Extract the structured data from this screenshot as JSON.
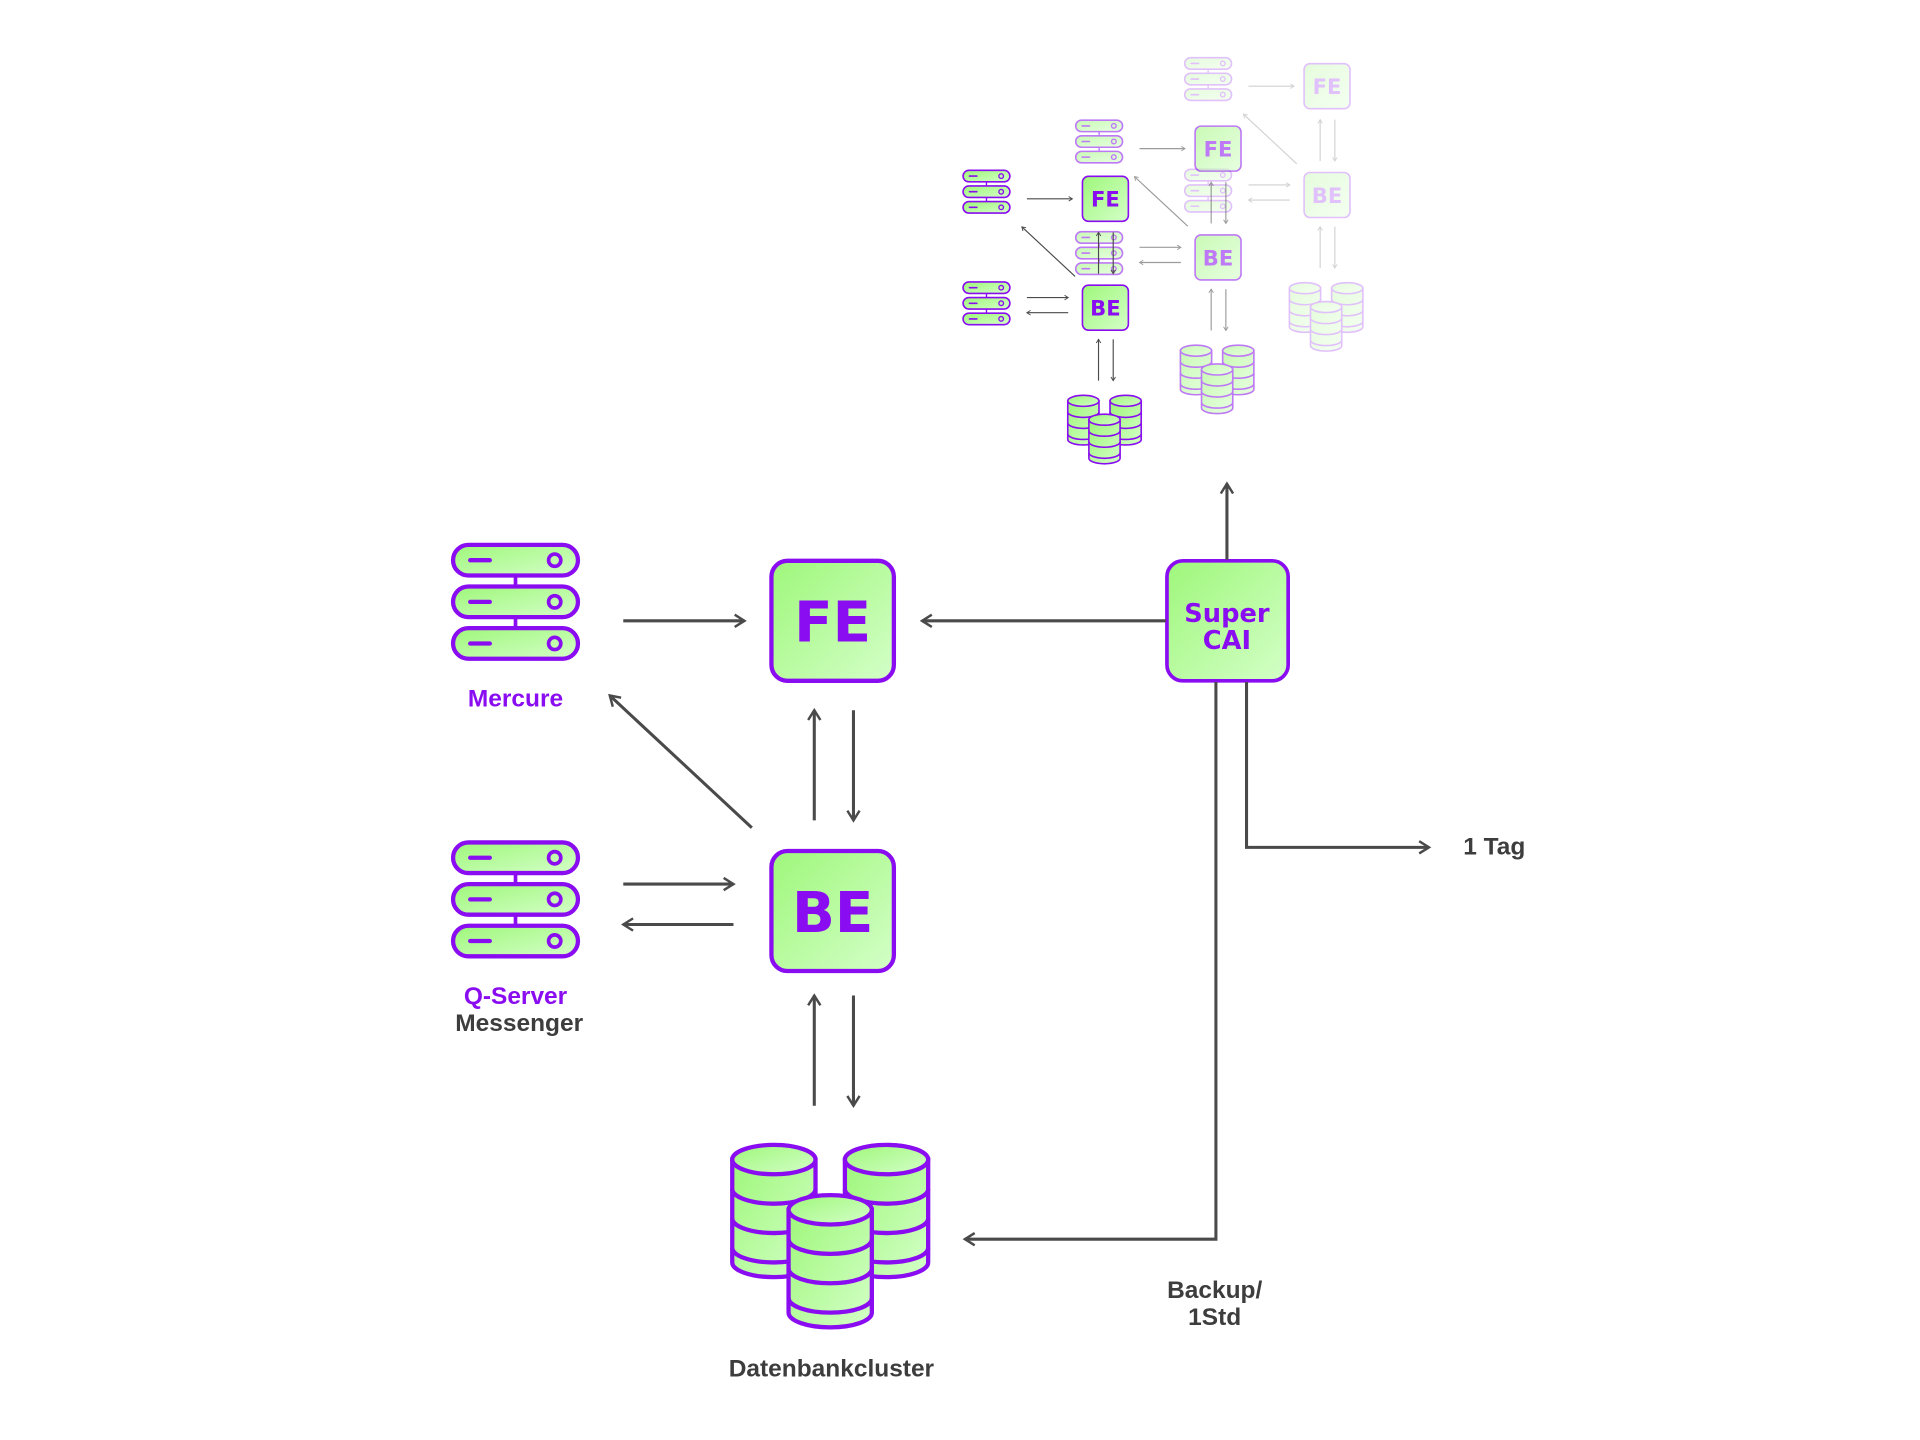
{
  "colors": {
    "purple": "#8a0cf0",
    "arrow": "#4a4a4a",
    "text": "#3d3d3d",
    "green_light": "#d2ffc4",
    "green": "#9ef77a"
  },
  "nodes": {
    "fe": "FE",
    "be": "BE",
    "super_cai_line1": "Super",
    "super_cai_line2": "CAI"
  },
  "labels": {
    "mercure": "Mercure",
    "qserver": "Q-Server",
    "messenger": "Messenger",
    "db": "Datenbankcluster",
    "one_day": "1 Tag",
    "backup_line1": "Backup/",
    "backup_line2": "1Std"
  },
  "icons": [
    "server-rack-icon",
    "database-cluster-icon",
    "arrow-icon"
  ],
  "replica_copies": 3
}
